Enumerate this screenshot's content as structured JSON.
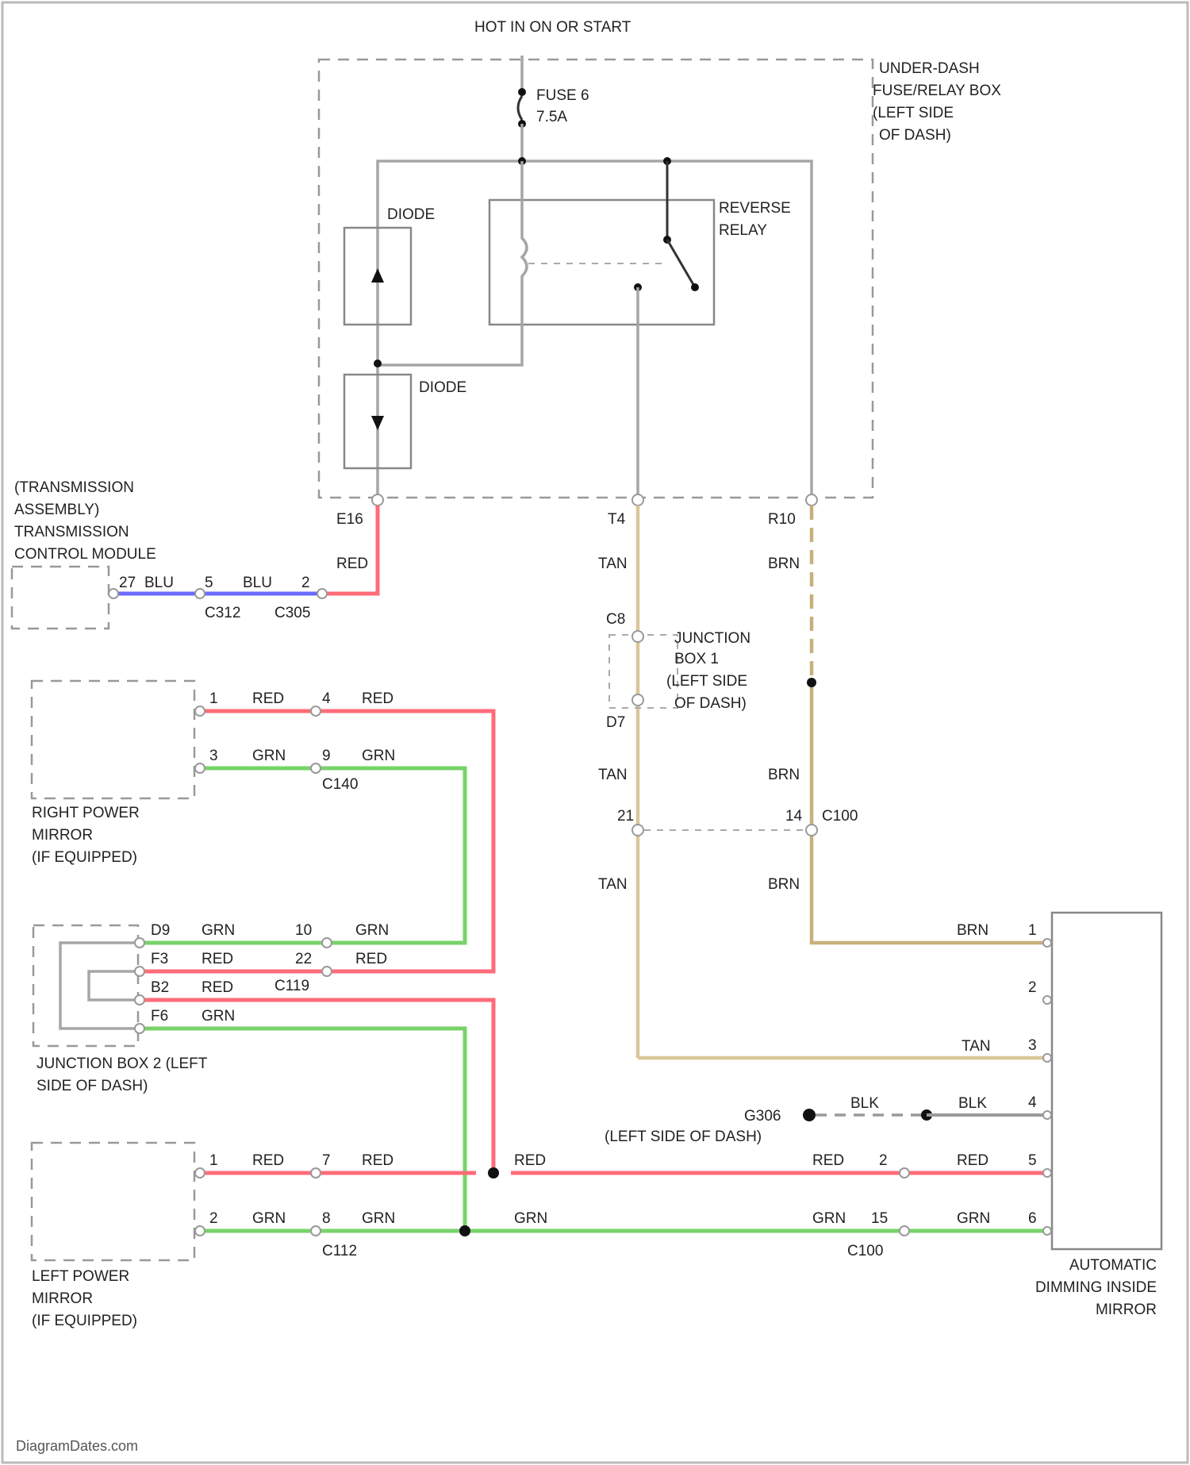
{
  "power": {
    "source": "HOT IN ON OR START",
    "fuse_name": "FUSE 6",
    "fuse_rating": "7.5A"
  },
  "fuse_box": {
    "line1": "UNDER-DASH",
    "line2": "FUSE/RELAY BOX",
    "line3": "(LEFT SIDE",
    "line4": "OF DASH)"
  },
  "diode_top": "DIODE",
  "diode_bottom": "DIODE",
  "relay": {
    "line1": "REVERSE",
    "line2": "RELAY"
  },
  "fuse_box_pins": {
    "left": "E16",
    "mid": "T4",
    "right": "R10"
  },
  "tcm": {
    "line1": "(TRANSMISSION",
    "line2": "ASSEMBLY)",
    "line3": "TRANSMISSION",
    "line4": "CONTROL MODULE"
  },
  "tcm_wires": {
    "pin": "27",
    "c1_color": "BLU",
    "c2_pin": "5",
    "c2_color": "BLU",
    "c3_pin": "2",
    "red_color": "RED",
    "c_a": "C312",
    "c_b": "C305"
  },
  "center_wires": {
    "tan1": "TAN",
    "brn1": "BRN",
    "tan2": "TAN",
    "brn2": "BRN",
    "tan3": "TAN",
    "brn3": "BRN"
  },
  "jb1": {
    "pin_top": "C8",
    "pin_bot": "D7",
    "line1": "JUNCTION",
    "line2": "BOX 1",
    "line3": "(LEFT SIDE",
    "line4": "OF DASH)"
  },
  "c100": {
    "pin_left": "21",
    "pin_right": "14",
    "name": "C100"
  },
  "right_mirror": {
    "p1": "1",
    "w1a": "RED",
    "p2a": "4",
    "w1b": "RED",
    "p2": "3",
    "w2a": "GRN",
    "p3a": "9",
    "w2b": "GRN",
    "conn": "C140",
    "line1": "RIGHT POWER",
    "line2": "MIRROR",
    "line3": "(IF EQUIPPED)"
  },
  "jb2": {
    "r1": "D9",
    "r1c": "GRN",
    "r1p": "10",
    "r1c2": "GRN",
    "r2": "F3",
    "r2c": "RED",
    "r2p": "22",
    "r2c2": "RED",
    "r3": "B2",
    "r3c": "RED",
    "r3conn": "C119",
    "r4": "F6",
    "r4c": "GRN",
    "line1": "JUNCTION BOX 2 (LEFT",
    "line2": "SIDE OF DASH)"
  },
  "left_mirror": {
    "p1": "1",
    "w1a": "RED",
    "p2a": "7",
    "w1b": "RED",
    "p2": "2",
    "w2a": "GRN",
    "p3a": "8",
    "w2b": "GRN",
    "conn": "C112",
    "line1": "LEFT POWER",
    "line2": "MIRROR",
    "line3": "(IF EQUIPPED)"
  },
  "bottom_wires": {
    "red_mid": "RED",
    "red_right": "RED",
    "red_pin": "2",
    "red_end": "RED",
    "grn_mid": "GRN",
    "grn_right": "GRN",
    "grn_pin": "15",
    "grn_end": "GRN",
    "conn": "C100"
  },
  "ground": {
    "name": "G306",
    "blk1": "BLK",
    "blk2": "BLK",
    "loc": "(LEFT SIDE OF DASH)"
  },
  "mirror_unit": {
    "brn": "BRN",
    "tan": "TAN",
    "pins": [
      "1",
      "2",
      "3",
      "4",
      "5",
      "6"
    ],
    "line1": "AUTOMATIC",
    "line2": "DIMMING INSIDE",
    "line3": "MIRROR"
  },
  "watermark": "DiagramDates.com"
}
